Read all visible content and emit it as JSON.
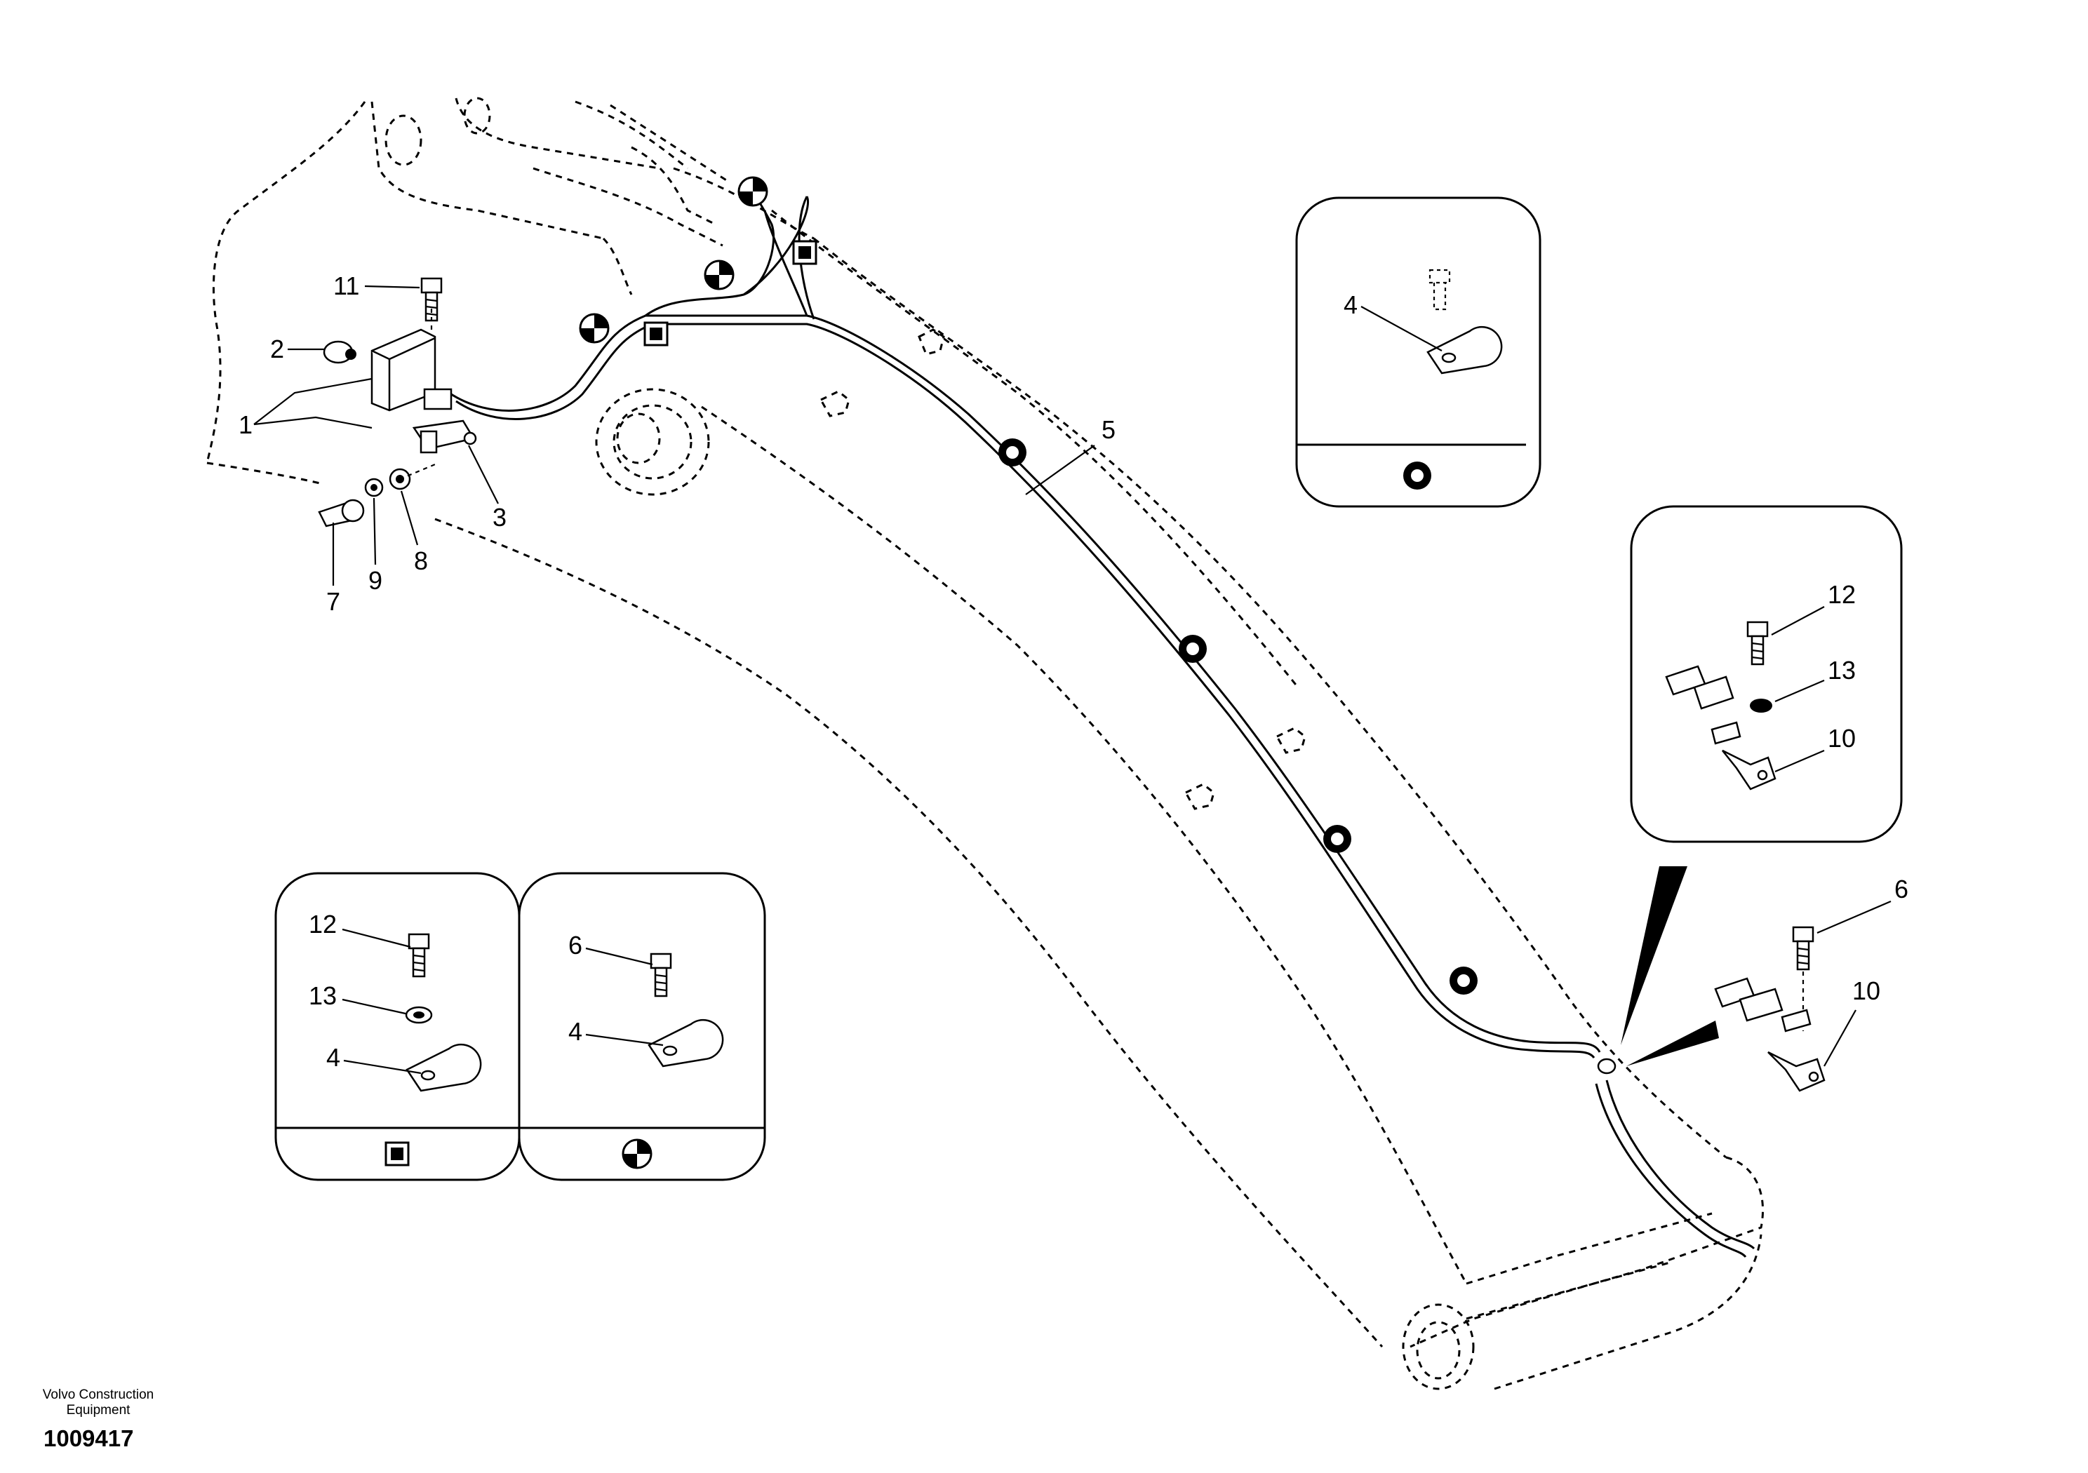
{
  "labels": {
    "l1": "1",
    "l2": "2",
    "l3": "3",
    "l5": "5",
    "l6": "6",
    "l7": "7",
    "l8": "8",
    "l9": "9",
    "l10": "10",
    "l11": "11",
    "l12": "12",
    "l13": "13",
    "inset_top_4": "4",
    "inset_right_12": "12",
    "inset_right_13": "13",
    "inset_right_10": "10",
    "inset_sq_12": "12",
    "inset_sq_13": "13",
    "inset_sq_4": "4",
    "inset_ck_6": "6",
    "inset_ck_4": "4"
  },
  "footer": {
    "brand_line1": "Volvo Construction",
    "brand_line2": "Equipment",
    "drawing_number": "1009417"
  },
  "symbols": {
    "square_marker": "square-marker-icon",
    "checker_marker": "checker-marker-icon",
    "ring_marker": "ring-marker-icon"
  }
}
